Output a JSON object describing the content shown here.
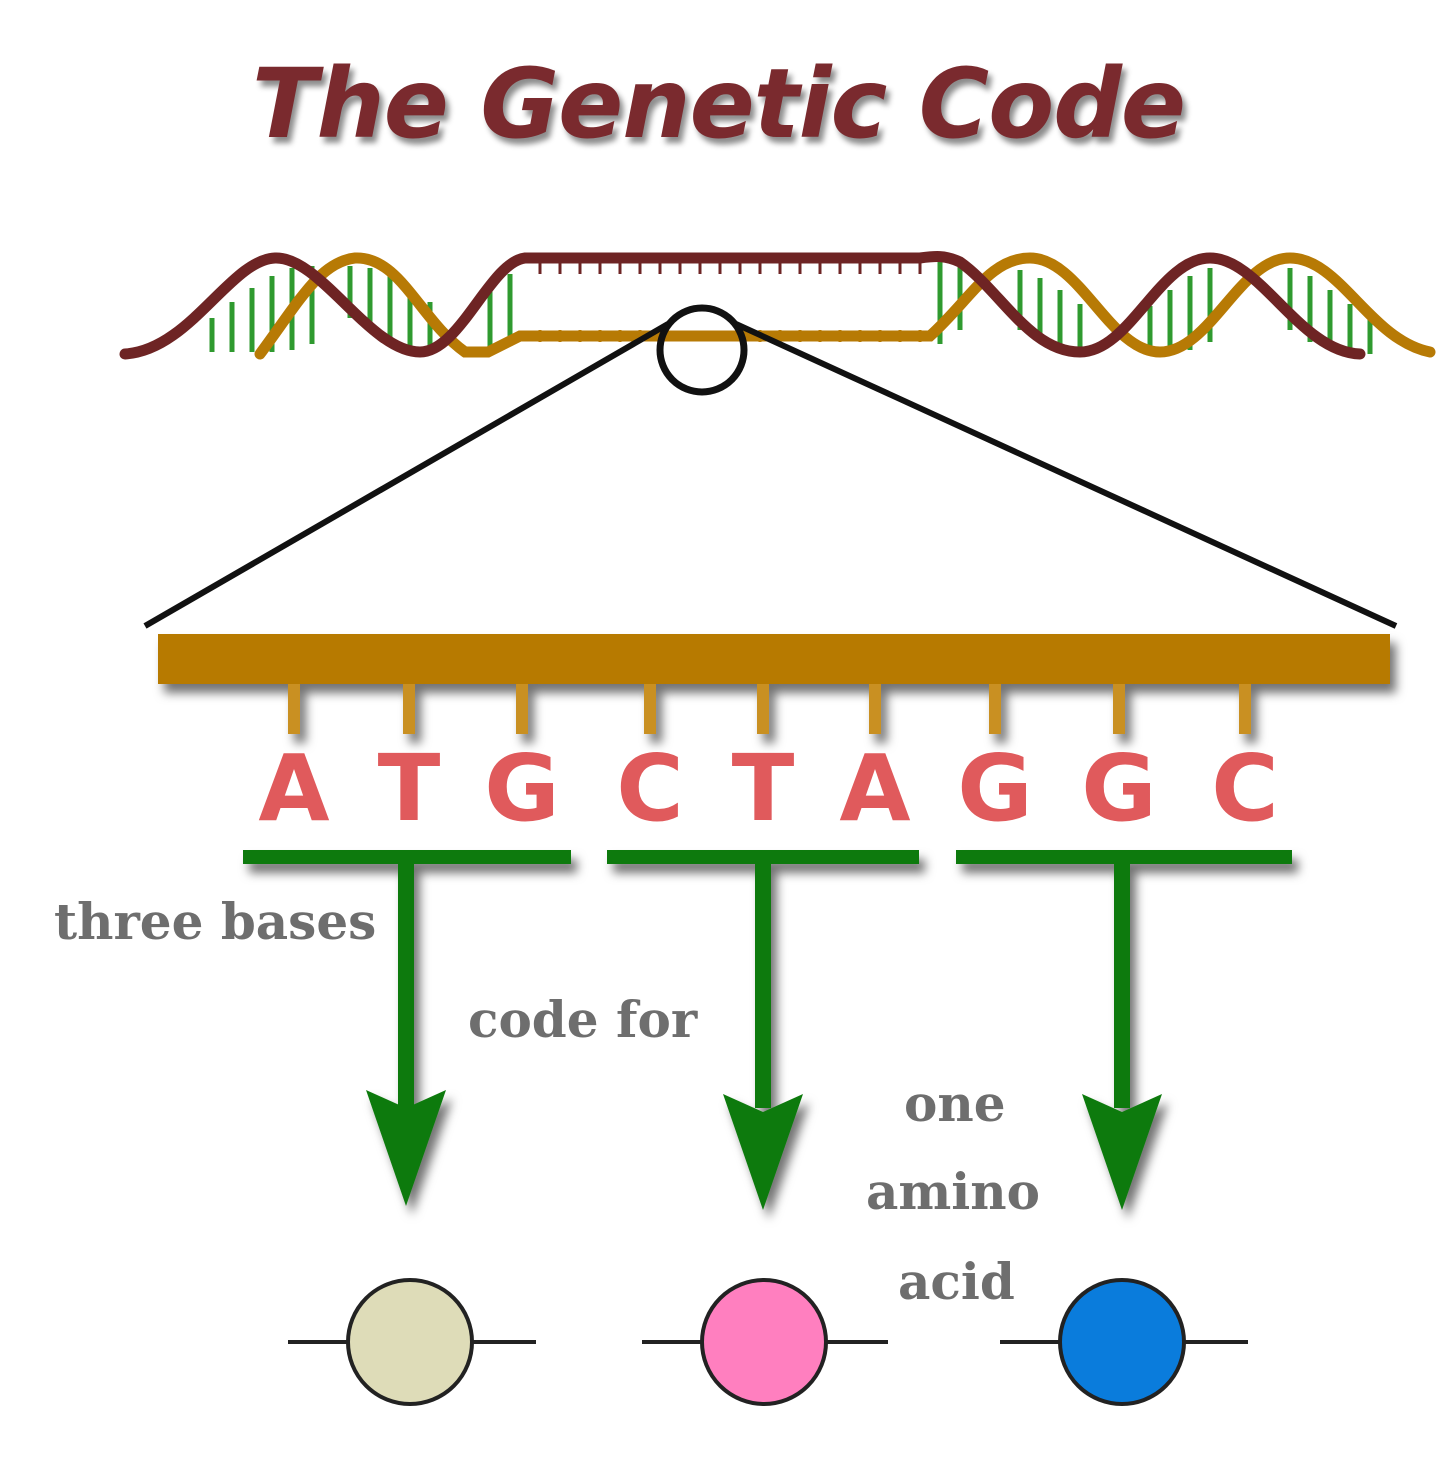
{
  "title": "The Genetic Code",
  "sequence": [
    "A",
    "T",
    "G",
    "C",
    "T",
    "A",
    "G",
    "G",
    "C"
  ],
  "captions": {
    "three_bases": "three bases",
    "code_for": "code for",
    "one": "one",
    "amino": "amino",
    "acid": "acid"
  },
  "colors": {
    "title": "#7a2a2e",
    "base_letters": "#e05a5c",
    "strand": "#b77a05",
    "dark_strand": "#6e2424",
    "rungs": "#2f9a2f",
    "arrows": "#0f7a0f",
    "amino_acids": [
      "#dedcb8",
      "#ff7fbf",
      "#0a7cdc"
    ]
  }
}
